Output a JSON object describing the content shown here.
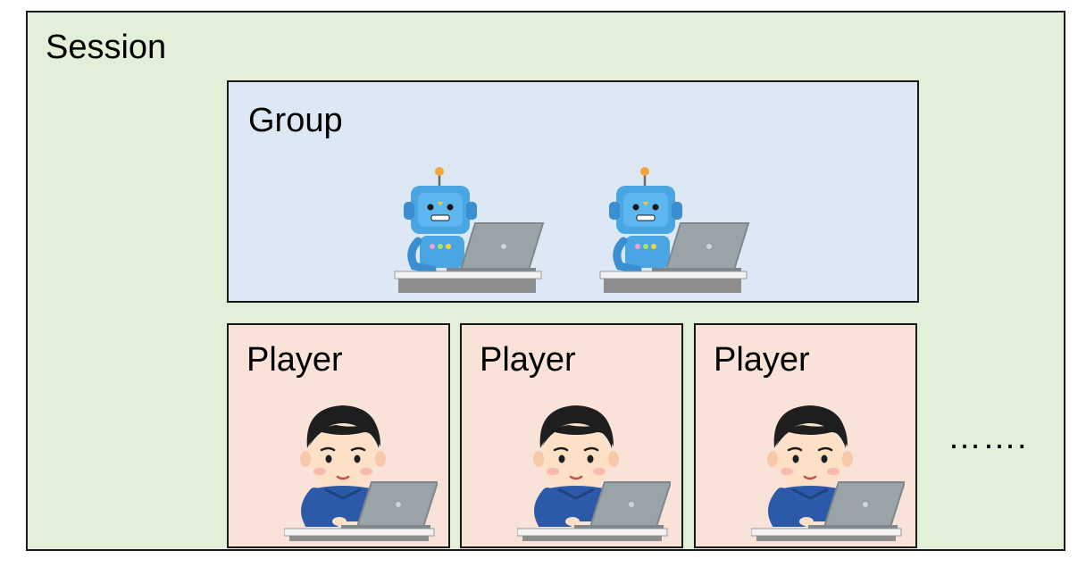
{
  "session": {
    "label": "Session"
  },
  "group": {
    "label": "Group",
    "members": [
      {
        "icon": "robot-at-laptop-icon"
      },
      {
        "icon": "robot-at-laptop-icon"
      }
    ]
  },
  "players": [
    {
      "label": "Player",
      "icon": "person-at-laptop-icon"
    },
    {
      "label": "Player",
      "icon": "person-at-laptop-icon"
    },
    {
      "label": "Player",
      "icon": "person-at-laptop-icon"
    }
  ],
  "ellipsis": "…….",
  "colors": {
    "session_bg": "#e2efd9",
    "group_bg": "#dde8f5",
    "player_bg": "#f9e3d9",
    "robot": "#4aa6e3",
    "shirt": "#2c5aa8"
  }
}
